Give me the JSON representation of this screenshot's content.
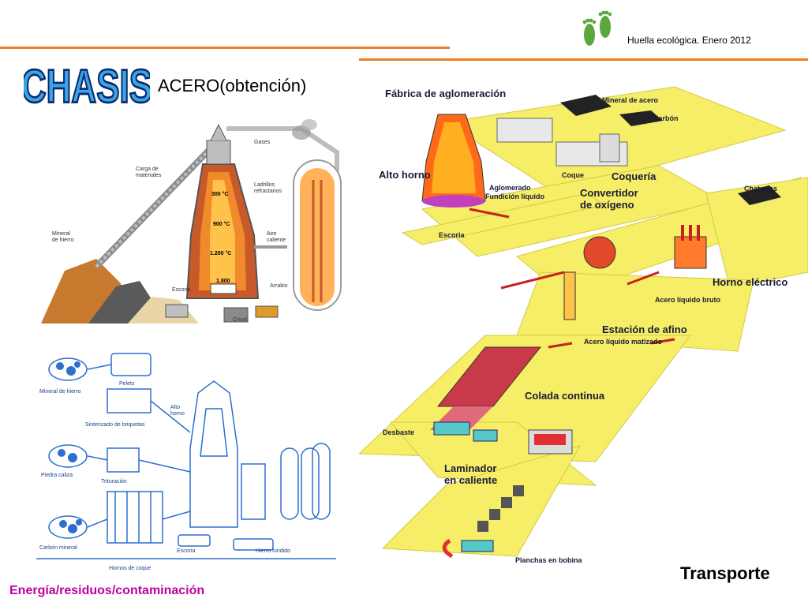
{
  "header": {
    "text": "Huella ecológica. Enero 2012",
    "logo_icon": "footprints-icon",
    "accent_color": "#f07d1f"
  },
  "wordart": "CHASIS",
  "title": "ACERO(obtención)",
  "footer": "Energía/residuos/contaminación",
  "transport": "Transporte",
  "blast_furnace": {
    "labels": {
      "gases": "Gases",
      "carga": "Carga de\nmateriales",
      "ladrillos": "Ladrillos\nrefractarios",
      "mineral": "Mineral\nde hierro",
      "t300": "300 °C",
      "t900": "900 °C",
      "t1200": "1.200 °C",
      "t1800": "1.800",
      "aire": "Aire\ncaliente",
      "escoria": "Escoria",
      "arrabio": "Arrabio",
      "crisol": "Crisol"
    }
  },
  "process_diagram": {
    "labels": {
      "pelets": "Pelets",
      "mineral": "Mineral de hierro",
      "alto_horno": "Alto\nhorno",
      "sinterizado": "Sinterizado de briquetas",
      "caliza": "Piedra caliza",
      "trituracion": "Trituración",
      "carbon": "Carbón mineral",
      "escoria": "Escoria",
      "hierro": "Hierro fundido",
      "hornos": "Hornos de coque"
    }
  },
  "steel_mill": {
    "labels": {
      "fabrica": "Fábrica de aglomeración",
      "mineral_acero": "Mineral de acero",
      "carbon": "Carbón",
      "alto_horno": "Alto horno",
      "coque": "Coque",
      "coqueria": "Coquería",
      "aglomerado": "Aglomerado",
      "fundicion": "Fundición líquido",
      "convertidor": "Convertidor\nde oxígeno",
      "chatarras": "Chatarras",
      "escoria": "Escoria",
      "horno_electrico": "Horno eléctrico",
      "acero_bruto": "Acero líquido bruto",
      "estacion": "Estación de afino",
      "acero_matizado": "Acero líquido matizado",
      "colada": "Colada continua",
      "desbaste": "Desbaste",
      "laminador": "Laminador\nen caliente",
      "planchas": "Planchas en bobina"
    }
  }
}
